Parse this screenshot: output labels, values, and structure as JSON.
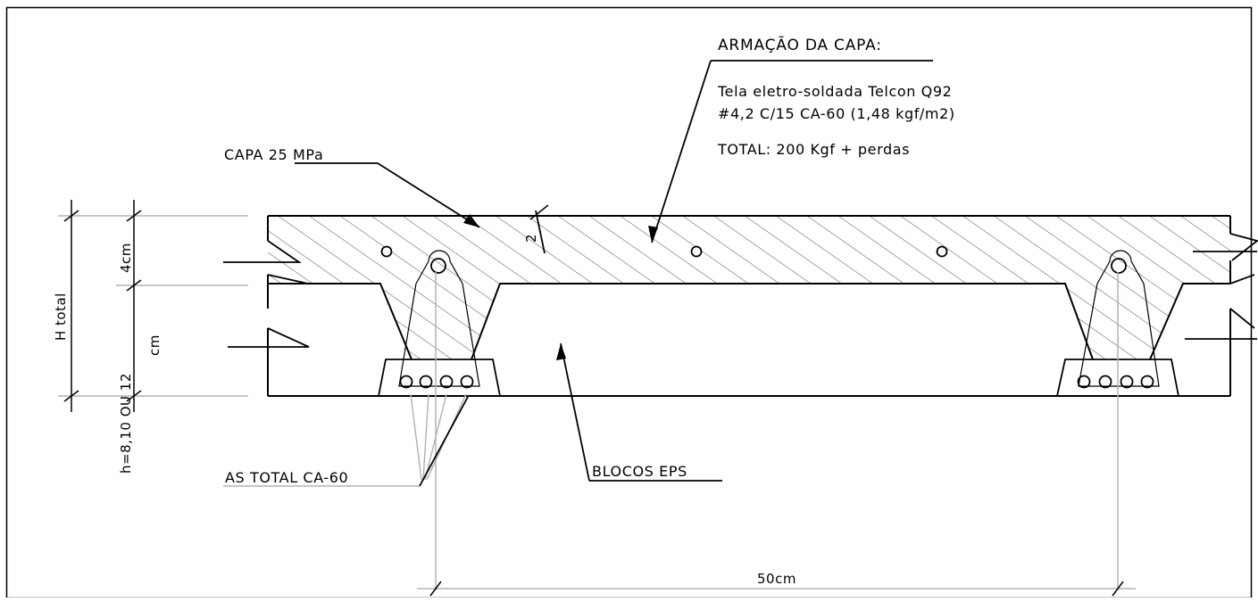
{
  "labels": {
    "reinforcement_title": "ARMAÇÃO DA CAPA:",
    "mesh_line1": "Tela eletro-soldada Telcon Q92",
    "mesh_line2": "#4,2 C/15  CA-60 (1,48 kgf/m2)",
    "total_line": "TOTAL:  200 Kgf  + perdas",
    "topping": "CAPA 25 MPa",
    "eps_blocks": "BLOCOS EPS",
    "steel_area": "AS TOTAL CA-60"
  },
  "dimensions": {
    "topping_thickness": "4cm",
    "cover": "2",
    "block_height_value": "h=8,10 OU 12",
    "block_height_unit": "cm",
    "total_height": "H total",
    "joist_spacing": "50cm"
  },
  "colors": {
    "line": "#000000",
    "dim_line": "#b4b4b4",
    "hatch": "#505050",
    "background": "#ffffff"
  }
}
